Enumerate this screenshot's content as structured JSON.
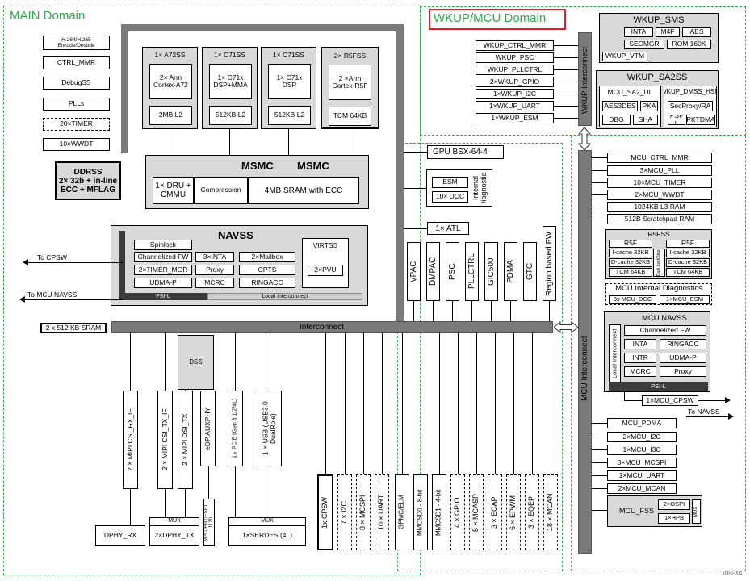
{
  "main": {
    "title": "MAIN Domain",
    "left_blocks": [
      "H.264/H.265 Encode/Decode",
      "CTRL_MMR",
      "DebugSS",
      "PLLs",
      "20×TIMER",
      "10×WWDT"
    ],
    "ddrss": "DDRSS\n2× 32b + in-line ECC + MFLAG",
    "cores": [
      {
        "title": "1× A72SS",
        "core": "2× Arm Cortex-A72",
        "mem": "2MB L2"
      },
      {
        "title": "1× C71SS",
        "core": "1× C71x DSP+MMA",
        "mem": "512KB L2"
      },
      {
        "title": "1× C71SS",
        "core": "1× C71x DSP",
        "mem": "512KB L2"
      },
      {
        "title": "2× R5FSS",
        "core": "2 ×Arm Cortex-R5F",
        "mem": "TCM 64KB"
      }
    ],
    "msmc": {
      "title1": "MSMC",
      "title2": "MSMC",
      "dru": "1× DRU + CMMU",
      "compression": "Compression",
      "sram": "4MB SRAM with ECC"
    },
    "navss": {
      "title": "NAVSS",
      "spinlock": "Spinlock",
      "chfw": "Channelized FW",
      "timer_mgr": "2×TIMER_MGR",
      "udmap": "UDMA-P",
      "intr": "3×INTA",
      "mailbox": "2×Mailbox",
      "proxy": "Proxy",
      "cpts": "CPTS",
      "mcrc": "MCRC",
      "ringacc": "RINGACC",
      "virtss": "VIRTSS",
      "pvu": "2×PVU",
      "psil": "PSI-L",
      "local": "Local Interconnect"
    },
    "gpu": "GPU BSX-64-4",
    "esm": "ESM",
    "dcc": "10× DCC",
    "diag": "Internal Diagnostics",
    "atl": "1× ATL",
    "right_v": [
      "VPAC",
      "DMPAC",
      "PSC",
      "PLLCTRL",
      "GIC500",
      "PDMA",
      "GTC",
      "Region based FW"
    ],
    "to_cpsw": "To CPSW",
    "to_mcu_navss": "To MCU NAVSS",
    "sram": "2 x 512 KB SRAM",
    "interconnect": "Interconnect",
    "dss": "DSS",
    "periph_v": [
      "2×MIPI CSI_RX_IF",
      "2×MIPI CSI_TX_IF",
      "2×MIPI DSI_TX",
      "eDP AUXPHY",
      "1×PCIE (Gen 3 1/2/4L)",
      "1×USB (USB3.0 DualRole)"
    ],
    "mux": "MUX",
    "mux2": "MUX",
    "mpi": "MPI DPHY/ESBT 1120",
    "dphy_rx": "DPHY_RX",
    "dphy_tx": "2×DPHY_TX",
    "serdes": "1×SERDES (4L)",
    "bottom_v": [
      "1x CPSW",
      "7×I2C",
      "8×MCSPI",
      "10×UART",
      "GPMC/ELM",
      "MMCSD0 - 8-bit",
      "MMCSD1 - 4-bit",
      "4×GPIO",
      "5×MCASP",
      "3×ECAP",
      "6×EPWM",
      "3×EQEP",
      "18×MCAN"
    ]
  },
  "wkup": {
    "title": "WKUP/MCU Domain",
    "items": [
      "WKUP_CTRL_MMR",
      "WKUP_PSC",
      "WKUP_PLLCTRL",
      "2×WKUP_GPIO",
      "1×WKUP_I2C",
      "1×WKUP_UART",
      "1×WKUP_ESM"
    ],
    "interconnect": "WKUP Interconnect",
    "sms": {
      "title": "WKUP_SMS",
      "inta": "INTA",
      "m4f": "M4F",
      "aes": "AES",
      "secmgr": "SECMGR",
      "rom": "ROM 160K",
      "vtm": "WKUP_VTM"
    },
    "sa2ss": {
      "title": "WKUP_SA2SS",
      "sa2ul": "MCU_SA2_UL",
      "dmss": "WKUP_DMSS_HSM",
      "aes3des": "AES3DES",
      "pka": "PKA",
      "secproxy": "SecProxy/RA",
      "dbg": "DBG",
      "sha": "SHA",
      "psil": "PSI-L",
      "pktdma": "PKTDMA"
    }
  },
  "mcu": {
    "interconnect": "MCU Interconnect",
    "items": [
      "MCU_CTRL_MMR",
      "3×MCU_PLL",
      "10×MCU_TIMER",
      "2×MCU_WWDT",
      "1024KB L3 RAM",
      "512B Scratchpad RAM"
    ],
    "r5fss": {
      "title": "R5FSS",
      "r5f_a": "R5F",
      "r5f_b": "R5F",
      "icache": "I-cache 32KB",
      "dcache": "D-cache 32KB",
      "tcm": "TCM 64KB",
      "lockstep": "Dual LockStep"
    },
    "diag": {
      "title": "MCU Internal Diagnostics",
      "dcc": "3x MCU_DCC",
      "esm": "1×MCU_ESM"
    },
    "navss": {
      "title": "MCU NAVSS",
      "local": "Local Interconnect",
      "chfw": "Channelized FW",
      "inta": "INTA",
      "ringacc": "RINGACC",
      "intr": "INTR",
      "udmap": "UDMA-P",
      "mcrc": "MCRC",
      "proxy": "Proxy",
      "psil": "PSI-L"
    },
    "cpsw": "1×MCU_CPSW",
    "to_navss": "To NAVSS",
    "bottom": [
      "MCU_PDMA",
      "2×MCU_I2C",
      "1×MCU_I3C",
      "3×MCU_MCSPI",
      "1×MCU_UART",
      "2×MCU_MCAN"
    ],
    "fss": {
      "title": "MCU_FSS",
      "ospi": "2×OSPI",
      "hpb": "1×HPB",
      "mux": "MUX"
    }
  },
  "footer": "intro-001"
}
